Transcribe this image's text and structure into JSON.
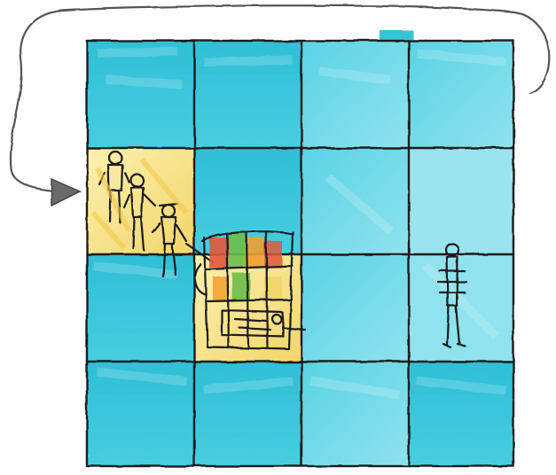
{
  "grid": {
    "rows": 4,
    "cols": 4,
    "highlighted_cells": [
      {
        "row": 1,
        "col": 0,
        "content": "group-of-three-people"
      },
      {
        "row": 2,
        "col": 1,
        "content": "colorful-box-structure"
      }
    ],
    "occupied_cells": [
      {
        "row": 2,
        "col": 3,
        "content": "single-person"
      }
    ]
  },
  "colors": {
    "cell_fill": "#35c3d8",
    "cell_fill_light": "#6fd8e6",
    "highlight_fill": "#f5e69a",
    "highlight_accent": "#f2c94c",
    "line_color": "#1a1a1a",
    "arrow_color": "#555555",
    "box_red": "#e05a3a",
    "box_green": "#6bbf4a",
    "box_orange": "#f0a030"
  },
  "icons": {
    "loop_arrow": "curved-return-arrow-icon",
    "group": "people-group-icon",
    "box": "colorful-box-icon",
    "person": "stick-figure-icon"
  }
}
